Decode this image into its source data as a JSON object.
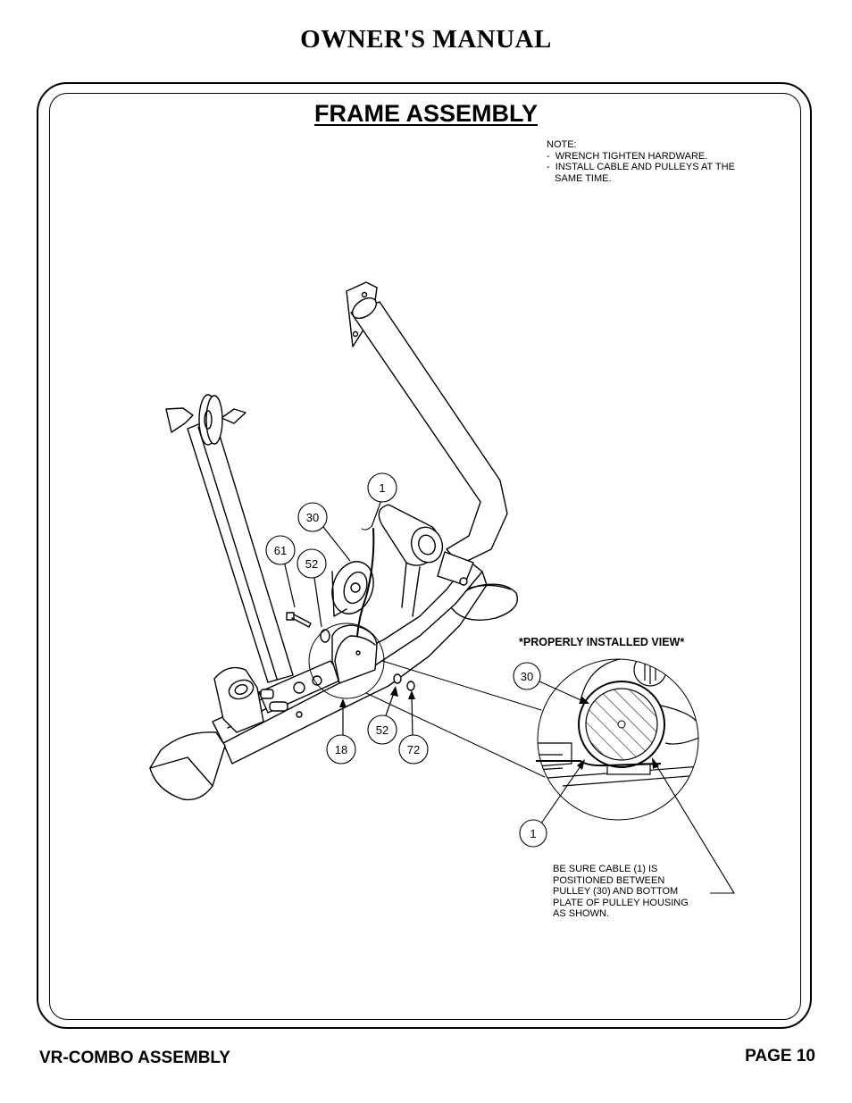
{
  "header": {
    "title": "OWNER'S MANUAL"
  },
  "section": {
    "title": "FRAME ASSEMBLY"
  },
  "note": {
    "lines": [
      "NOTE:",
      "-  WRENCH TIGHTEN HARDWARE.",
      "-  INSTALL CABLE AND PULLEYS AT THE",
      "   SAME TIME."
    ]
  },
  "callouts": {
    "c1": "1",
    "c30": "30",
    "c61": "61",
    "c52a": "52",
    "c18": "18",
    "c52b": "52",
    "c72": "72",
    "detail30": "30",
    "detail1": "1"
  },
  "detail": {
    "title": "*PROPERLY INSTALLED VIEW*",
    "note_lines": [
      "BE SURE CABLE (1) IS",
      "POSITIONED BETWEEN",
      "PULLEY (30) AND BOTTOM",
      "PLATE OF PULLEY HOUSING",
      "AS SHOWN."
    ]
  },
  "footer": {
    "left": "VR-COMBO ASSEMBLY",
    "right": "PAGE 10"
  }
}
